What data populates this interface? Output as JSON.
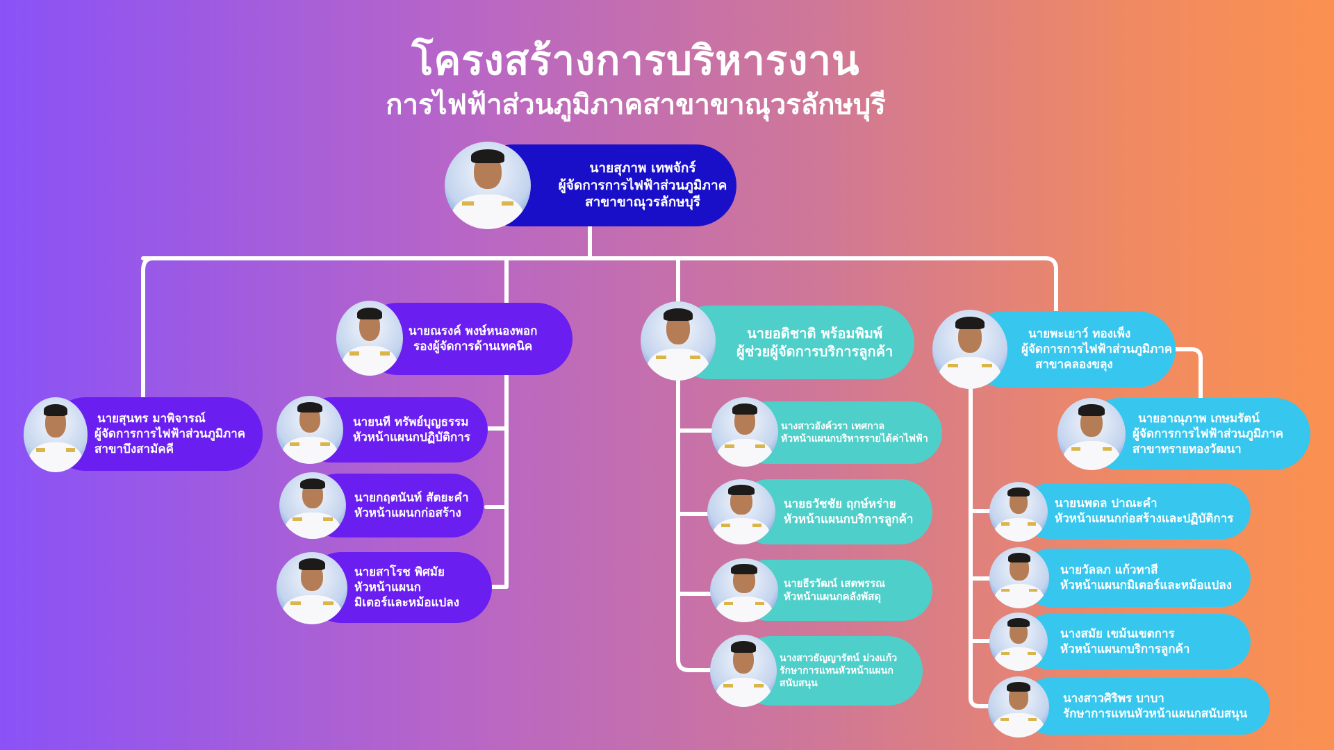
{
  "title": {
    "line1": "โครงสร้างการบริหารงาน",
    "line2": "การไฟฟ้าส่วนภูมิภาคสาขาขาณุวรลักษบุรี"
  },
  "colors": {
    "top": "#1a0fc8",
    "technical": "#6a1ef0",
    "customer": "#4ecfc9",
    "branch": "#36c6ee",
    "lines": "#ffffff"
  },
  "top": {
    "name": "นายสุภาพ  เทพจักร์",
    "role": "ผู้จัดการการไฟฟ้าส่วนภูมิภาค",
    "role2": "สาขาขาณุวรลักษบุรี"
  },
  "left_branch": {
    "name": "นายสุนทร มาพิจารณ์",
    "role": "ผู้จัดการการไฟฟ้าส่วนภูมิภาค",
    "role2": "สาขาบึงสามัคคี"
  },
  "technical": {
    "head": {
      "name": "นายณรงค์ พงษ์หนองพอก",
      "role": "รองผู้จัดการด้านเทคนิค"
    },
    "subs": [
      {
        "name": "นายนที ทรัพย์บุญธรรม",
        "role": "หัวหน้าแผนกปฏิบัติการ"
      },
      {
        "name": "นายกฤตนันท์  สัตยะคำ",
        "role": "หัวหน้าแผนกก่อสร้าง"
      },
      {
        "name": "นายสาโรช  พิศมัย",
        "role": "หัวหน้าแผนก",
        "role2": "มิเตอร์และหม้อแปลง"
      }
    ]
  },
  "customer": {
    "head": {
      "name": "นายอดิชาติ พร้อมพิมพ์",
      "role": "ผู้ช่วยผู้จัดการบริการลูกค้า"
    },
    "subs": [
      {
        "name": "นางสาวอังค์วรา เทศกาล",
        "role": "หัวหน้าแผนกบริหารรายได้ค่าไฟฟ้า"
      },
      {
        "name": "นายธวัชชัย  ฤกษ์หร่าย",
        "role": "หัวหน้าแผนกบริการลูกค้า"
      },
      {
        "name": "นายธีรวัฒน์  เสตพรรณ",
        "role": "หัวหน้าแผนกคลังพัสดุ"
      },
      {
        "name": "นางสาวธัญญารัตน์ ม่วงแก้ว",
        "role": "รักษาการแทนหัวหน้าแผนก",
        "role2": "สนับสนุน"
      }
    ]
  },
  "branch": {
    "head": {
      "name": "นายพะเยาว์  ทองเพ็ง",
      "role": "ผู้จัดการการไฟฟ้าส่วนภูมิภาค",
      "role2": "สาขาคลองขลุง"
    },
    "side": {
      "name": "นายอาณุภาพ  เกษมรัตน์",
      "role": "ผู้จัดการการไฟฟ้าส่วนภูมิภาค",
      "role2": "สาขาทรายทองวัฒนา"
    },
    "subs": [
      {
        "name": "นายนพดล ปาณะคำ",
        "role": "หัวหน้าแผนกก่อสร้างและปฏิบัติการ"
      },
      {
        "name": "นายวัลลภ แก้วทาสี",
        "role": "หัวหน้าแผนกมิเตอร์และหม้อแปลง"
      },
      {
        "name": "นางสมัย เขม้นเขตการ",
        "role": "หัวหน้าแผนกบริการลูกค้า"
      },
      {
        "name": "นางสาวศิริพร บาบา",
        "role": "รักษาการแทนหัวหน้าแผนกสนับสนุน"
      }
    ]
  }
}
